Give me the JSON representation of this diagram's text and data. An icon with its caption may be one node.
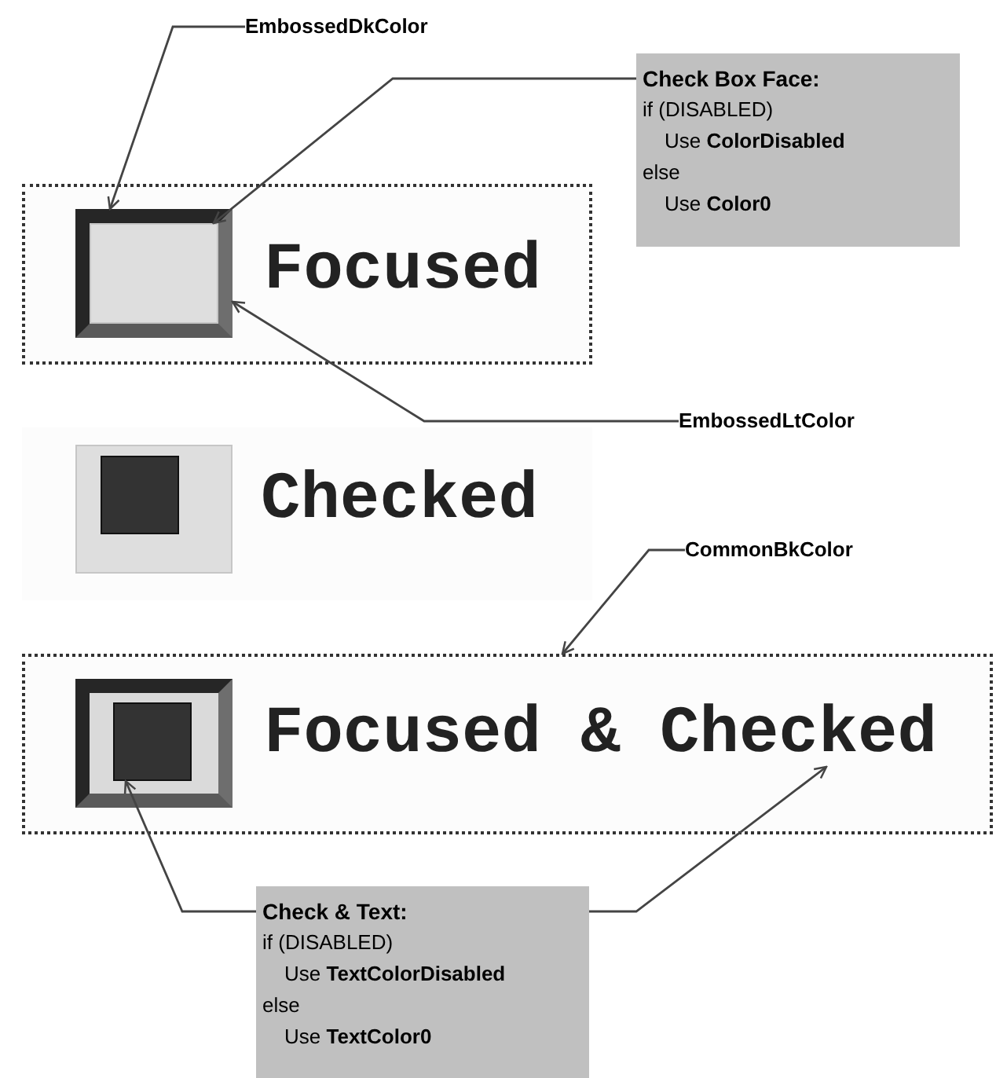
{
  "diagram": {
    "nodes": [
      {
        "text": [
          "EmbossedDkColor"
        ]
      },
      {
        "text": [
          "Check Box Face:",
          "if (DISABLED)",
          "Use **ColorDisabled**",
          "else",
          "Use **Color0**"
        ]
      },
      {
        "text": [
          "Focused"
        ]
      },
      {
        "text": [],
        "shape": "box",
        "in": 2
      },
      {
        "text": [],
        "shape": "box",
        "in": 3
      },
      {
        "text": [
          "EmbossedLtColor"
        ]
      },
      {
        "text": [
          "Checked"
        ]
      },
      {
        "text": [
          "CommonBkColor"
        ]
      },
      {
        "text": [],
        "shape": "box"
      },
      {
        "text": [],
        "shape": "box",
        "in": 8
      },
      {
        "text": [],
        "shape": "box",
        "in": 9
      },
      {
        "text": [
          "Focused & Checked"
        ],
        "in": 8
      },
      {
        "text": [
          "Check & Text:",
          "if (DISABLED)",
          "Use **TextColorDisabled**",
          "else",
          "Use **TextColor0**"
        ]
      }
    ],
    "edges": [
      {
        "from": 0,
        "to": 3,
        "arrow": "to"
      },
      {
        "from": 1,
        "to": 4,
        "arrow": "to"
      },
      {
        "from": 5,
        "to": 3,
        "arrow": "to"
      },
      {
        "from": 7,
        "to": 8,
        "arrow": "to"
      },
      {
        "from": 12,
        "to": 10,
        "arrow": "to"
      },
      {
        "from": 12,
        "to": 11,
        "arrow": "to"
      }
    ]
  }
}
